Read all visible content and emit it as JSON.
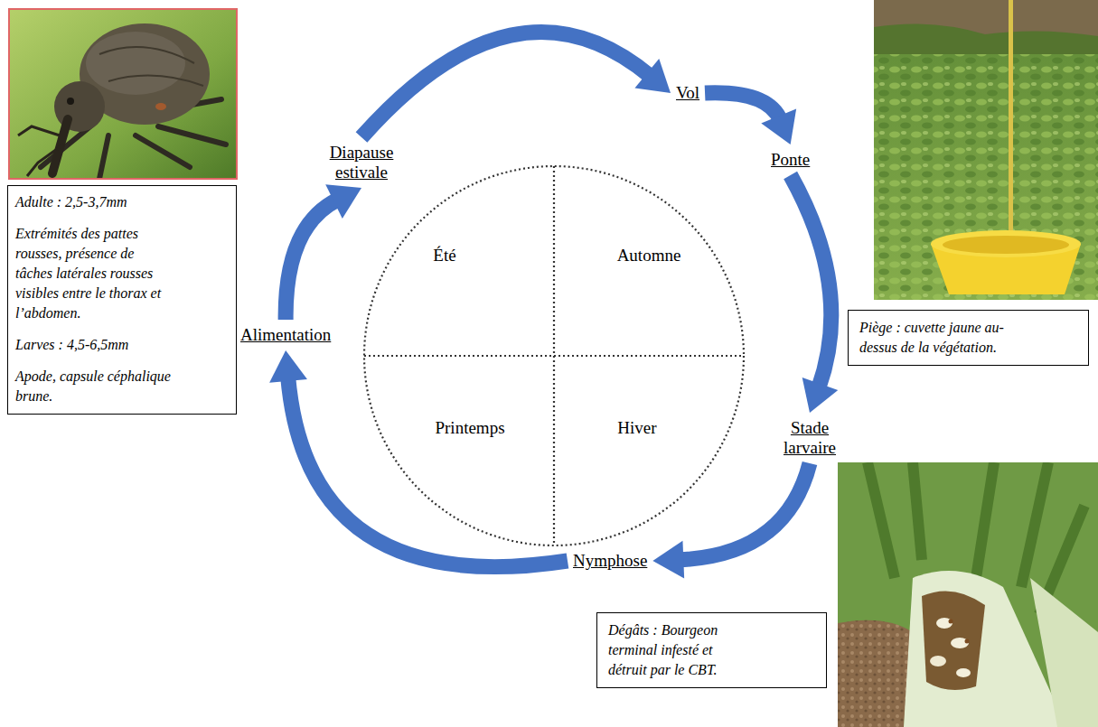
{
  "diagram": {
    "nodes": [
      {
        "text": [
          "Diapause estivale"
        ]
      },
      {
        "text": [
          "Vol"
        ]
      },
      {
        "text": [
          "Ponte"
        ]
      },
      {
        "text": [
          "Stade larvaire"
        ]
      },
      {
        "text": [
          "Nymphose"
        ]
      },
      {
        "text": [
          "Alimentation"
        ]
      },
      {
        "text": [
          "Été",
          "Automne",
          "Printemps",
          "Hiver"
        ]
      },
      {
        "text": [
          "Adulte : 2,5-3,7mm",
          "Extrémités des pattes rousses, présence de tâches latérales rousses visibles entre le thorax et l’abdomen.",
          "Larves : 4,5-6,5mm",
          "Apode, capsule céphalique brune."
        ]
      },
      {
        "text": [
          "Piège : cuvette jaune au-dessus de la végétation."
        ]
      },
      {
        "text": [
          "Dégâts : Bourgeon terminal infesté et détruit par le CBT."
        ]
      }
    ],
    "edges": [
      {
        "from": 0,
        "to": 1,
        "arrow": "to"
      },
      {
        "from": 1,
        "to": 2,
        "arrow": "to"
      },
      {
        "from": 2,
        "to": 3,
        "arrow": "to"
      },
      {
        "from": 3,
        "to": 4,
        "arrow": "to"
      },
      {
        "from": 4,
        "to": 5,
        "arrow": "to"
      },
      {
        "from": 5,
        "to": 0,
        "arrow": "to"
      }
    ]
  }
}
